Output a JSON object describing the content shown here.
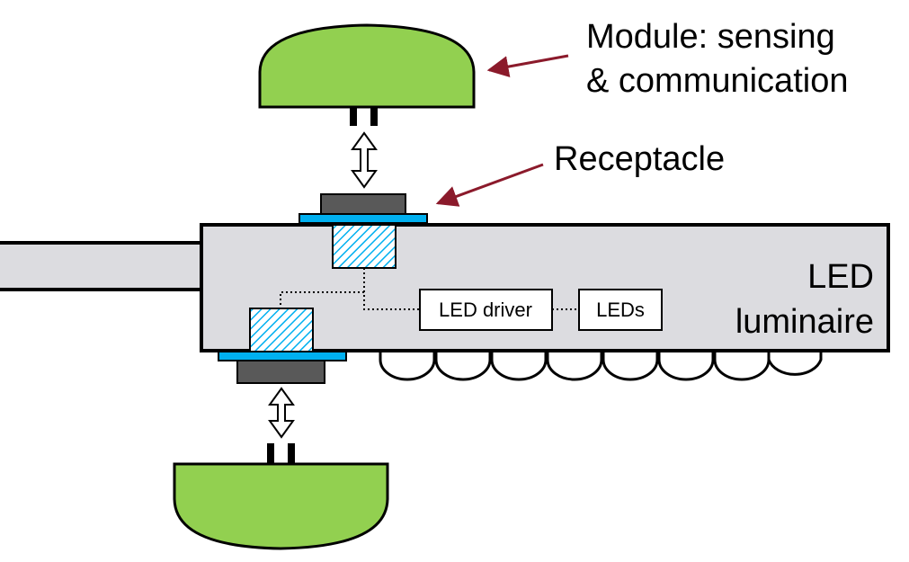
{
  "labels": {
    "module_line1": "Module: sensing",
    "module_line2": "& communication",
    "receptacle": "Receptacle",
    "luminaire_line1": "LED",
    "luminaire_line2": "luminaire",
    "driver": "LED driver",
    "leds": "LEDs"
  },
  "colors": {
    "module": "#92d050",
    "receptacle_body": "#595959",
    "receptacle_flange": "#00b0f0",
    "socket_hatch": "#00b0f0",
    "luminaire": "#dcdce0",
    "annotation_arrow": "#8b1a2b"
  },
  "icons": {
    "arrow": "double-headed-vertical-arrow"
  }
}
